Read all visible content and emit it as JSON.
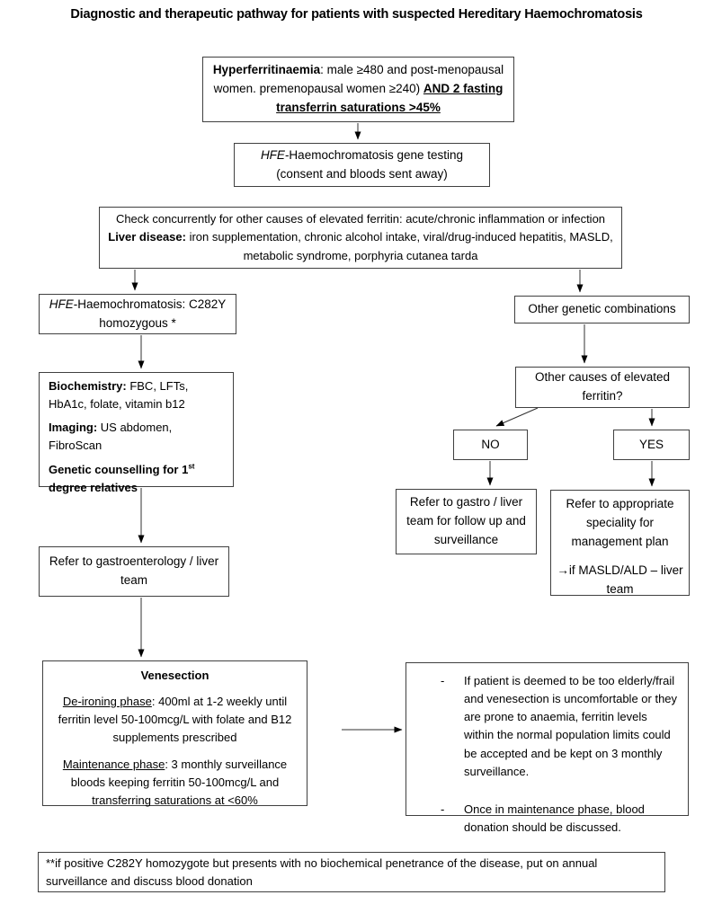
{
  "page": {
    "title": "Diagnostic and therapeutic pathway for patients with suspected Hereditary Haemochromatosis"
  },
  "boxes": {
    "hyperferritinaemia": {
      "term": "Hyperferritinaemia",
      "text": ": male ≥480 and post-menopausal women. premenopausal women ≥240) ",
      "emphasis": "AND 2 fasting transferrin saturations >45%"
    },
    "gene_testing": {
      "gene": "HFE",
      "text": "-Haemochromatosis gene testing (consent and bloods sent away)"
    },
    "check_concurrently": {
      "line1": "Check concurrently for other causes of elevated ferritin: acute/chronic inflammation or infection ",
      "label": "Liver disease:",
      "line2": " iron supplementation, chronic alcohol intake, viral/drug-induced hepatitis, MASLD, metabolic syndrome, porphyria cutanea tarda"
    },
    "hfe_c282y": {
      "gene": "HFE",
      "text": "-Haemochromatosis: C282Y homozygous *"
    },
    "biochemistry": {
      "label1": "Biochemistry:",
      "text1": " FBC, LFTs, HbA1c, folate, vitamin b12",
      "label2": "Imaging:",
      "text2": " US abdomen, FibroScan",
      "counselling_pre": "Genetic counselling for 1",
      "counselling_sup": "st",
      "counselling_post": " degree relatives"
    },
    "other_genetic": {
      "text": "Other genetic combinations"
    },
    "other_causes": {
      "text": "Other causes of elevated ferritin?"
    },
    "no_label": "NO",
    "yes_label": "YES",
    "refer_gastro_team": {
      "text": "Refer to gastroenterology / liver team"
    },
    "refer_followup": {
      "text": "Refer to gastro / liver team for follow up and surveillance"
    },
    "refer_speciality": {
      "text1": "Refer to appropriate speciality for management plan",
      "text2": "→if MASLD/ALD – liver team"
    },
    "venesection": {
      "title": "Venesection",
      "phase1_label": "De-ironing phase",
      "phase1_text": ": 400ml at 1-2 weekly until ferritin level 50-100mcg/L with folate and B12 supplements prescribed",
      "phase2_label": "Maintenance phase",
      "phase2_text": ": 3 monthly surveillance bloods keeping ferritin 50-100mcg/L and transferring saturations at <60%"
    },
    "notes": {
      "bullet": "-",
      "item1": "If patient is deemed to be too elderly/frail and venesection is uncomfortable or they are prone to anaemia, ferritin levels within the normal population limits could be accepted and be kept on 3 monthly surveillance.",
      "item2": "Once in maintenance phase, blood donation should be discussed."
    },
    "footnote": "**if positive C282Y homozygote but presents with no biochemical penetrance of the disease, put on annual surveillance and discuss blood donation"
  },
  "colors": {
    "border": "#404040",
    "arrow": "#000000",
    "text": "#000000",
    "background": "#ffffff"
  }
}
